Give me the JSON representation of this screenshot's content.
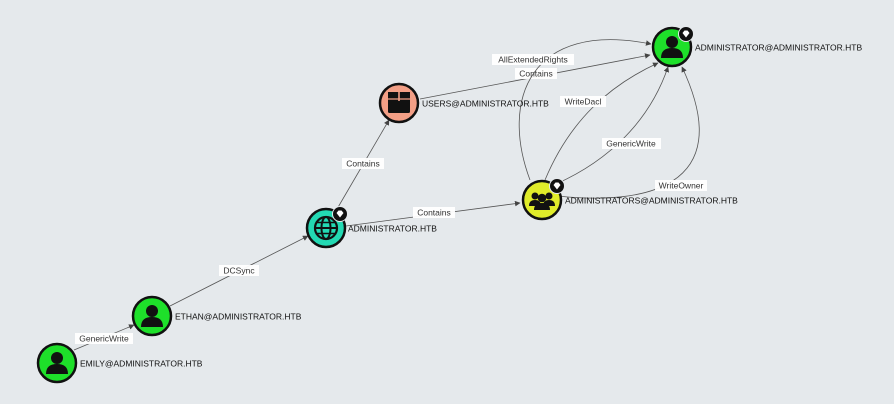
{
  "colors": {
    "user": "#1ee02a",
    "group_gold": "#e0ec2a",
    "group_users": "#f39f86",
    "domain": "#23d9b3",
    "background": "#e5e9ec"
  },
  "nodes": [
    {
      "id": "emily",
      "label": "EMILY@ADMINISTRATOR.HTB",
      "kind": "user",
      "color": "#1ee02a",
      "icon": "user-icon",
      "badge": false
    },
    {
      "id": "ethan",
      "label": "ETHAN@ADMINISTRATOR.HTB",
      "kind": "user",
      "color": "#1ee02a",
      "icon": "user-icon",
      "badge": false
    },
    {
      "id": "domain",
      "label": "ADMINISTRATOR.HTB",
      "kind": "domain",
      "color": "#23d9b3",
      "icon": "globe-icon",
      "badge": true
    },
    {
      "id": "users",
      "label": "USERS@ADMINISTRATOR.HTB",
      "kind": "container",
      "color": "#f39f86",
      "icon": "container-icon",
      "badge": false
    },
    {
      "id": "admins",
      "label": "ADMINISTRATORS@ADMINISTRATOR.HTB",
      "kind": "group",
      "color": "#e0ec2a",
      "icon": "group-icon",
      "badge": true
    },
    {
      "id": "administrator",
      "label": "ADMINISTRATOR@ADMINISTRATOR.HTB",
      "kind": "user",
      "color": "#1ee02a",
      "icon": "user-icon",
      "badge": true
    }
  ],
  "edges": [
    {
      "id": "e1",
      "from": "emily",
      "to": "ethan",
      "label": "GenericWrite"
    },
    {
      "id": "e2",
      "from": "ethan",
      "to": "domain",
      "label": "DCSync"
    },
    {
      "id": "e3",
      "from": "domain",
      "to": "users",
      "label": "Contains"
    },
    {
      "id": "e4",
      "from": "domain",
      "to": "admins",
      "label": "Contains"
    },
    {
      "id": "e5",
      "from": "users",
      "to": "administrator",
      "label": "Contains"
    },
    {
      "id": "e6",
      "from": "admins",
      "to": "administrator",
      "label": "AllExtendedRights"
    },
    {
      "id": "e7",
      "from": "admins",
      "to": "administrator",
      "label": "WriteDacl"
    },
    {
      "id": "e8",
      "from": "admins",
      "to": "administrator",
      "label": "GenericWrite"
    },
    {
      "id": "e9",
      "from": "admins",
      "to": "administrator",
      "label": "WriteOwner"
    }
  ]
}
